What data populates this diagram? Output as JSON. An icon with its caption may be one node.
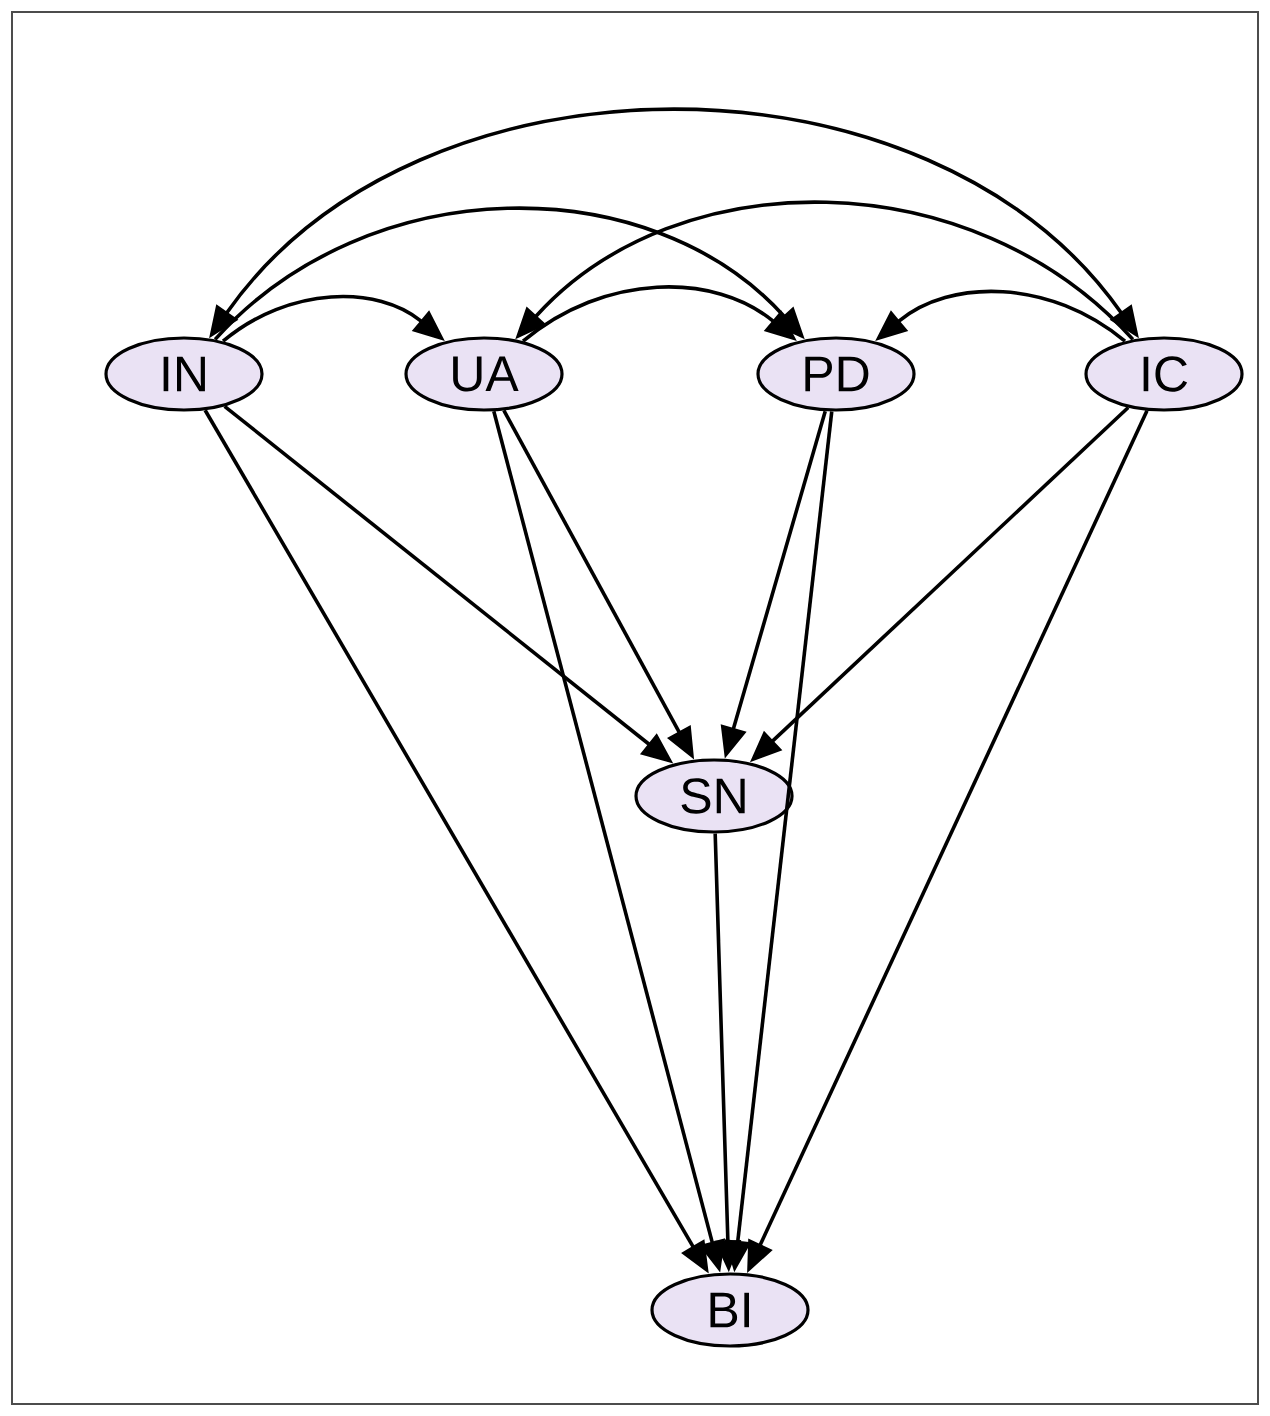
{
  "diagram": {
    "nodes": [
      {
        "text": [
          "IN"
        ]
      },
      {
        "text": [
          "UA"
        ]
      },
      {
        "text": [
          "PD"
        ]
      },
      {
        "text": [
          "IC"
        ]
      },
      {
        "text": [
          "SN"
        ]
      },
      {
        "text": [
          "BI"
        ]
      }
    ],
    "edges": [
      {
        "from": 0,
        "to": 3,
        "arrow": "both"
      },
      {
        "from": 0,
        "to": 1,
        "arrow": "to"
      },
      {
        "from": 0,
        "to": 2,
        "arrow": "to"
      },
      {
        "from": 3,
        "to": 1,
        "arrow": "to"
      },
      {
        "from": 1,
        "to": 2,
        "arrow": "to"
      },
      {
        "from": 3,
        "to": 2,
        "arrow": "to"
      },
      {
        "from": 0,
        "to": 4,
        "arrow": "to"
      },
      {
        "from": 0,
        "to": 5,
        "arrow": "to"
      },
      {
        "from": 1,
        "to": 4,
        "arrow": "to"
      },
      {
        "from": 1,
        "to": 5,
        "arrow": "to"
      },
      {
        "from": 2,
        "to": 4,
        "arrow": "to"
      },
      {
        "from": 2,
        "to": 5,
        "arrow": "to"
      },
      {
        "from": 3,
        "to": 4,
        "arrow": "to"
      },
      {
        "from": 3,
        "to": 5,
        "arrow": "to"
      },
      {
        "from": 4,
        "to": 5,
        "arrow": "to"
      }
    ]
  }
}
